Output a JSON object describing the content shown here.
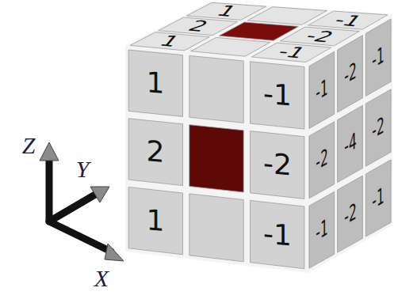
{
  "diagram": {
    "labels": [
      "1",
      "2",
      "1",
      "-1",
      "-2",
      "-1",
      "1",
      "2",
      "1",
      "-1",
      "-2",
      "-1",
      "-1",
      "-2",
      "-1",
      "-2",
      "-4",
      "-2",
      "-1",
      "-2",
      "-1",
      "Z",
      "Y",
      "X"
    ]
  }
}
